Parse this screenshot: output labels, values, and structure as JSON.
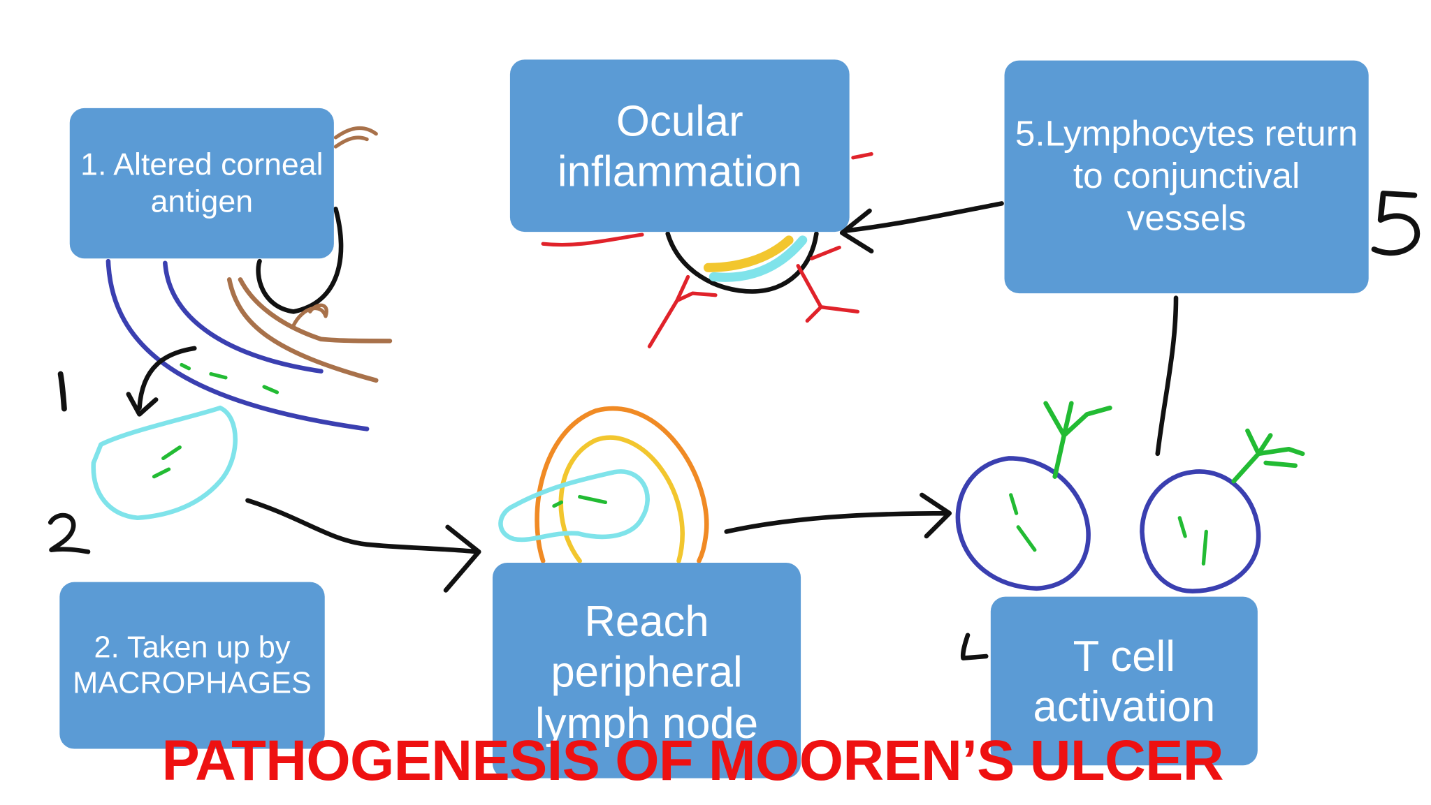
{
  "title": "PATHOGENESIS OF MOOREN’S ULCER",
  "boxes": {
    "antigen": "1. Altered corneal antigen",
    "inflammation": "Ocular inflammation",
    "lymphocytes": "5.Lymphocytes return to conjunctival vessels",
    "macrophages": "2. Taken up by MACROPHAGES",
    "lymphnode": "Reach peripheral lymph node",
    "tcell": "T cell activation"
  },
  "step_marks": [
    "1",
    "2",
    "4",
    "5"
  ],
  "colors": {
    "box_fill": "#5b9bd5",
    "box_text": "#ffffff",
    "title": "#ee1111",
    "ink_black": "#111111",
    "ink_blue": "#3a3fb0",
    "ink_brown": "#a8714a",
    "ink_cyan": "#7fe3ea",
    "ink_green": "#22bb33",
    "ink_red": "#e0222a",
    "ink_orange": "#f08a24",
    "ink_yellow": "#f2c62e"
  }
}
